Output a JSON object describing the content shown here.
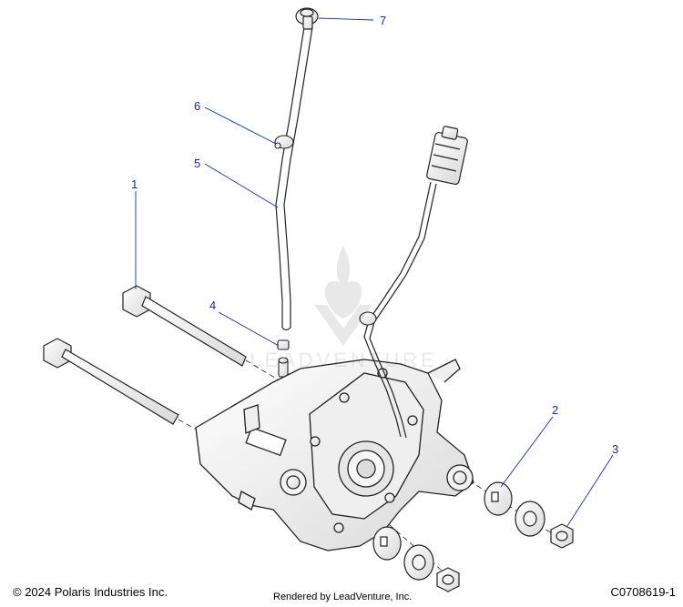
{
  "callouts": [
    {
      "label": "1"
    },
    {
      "label": "2"
    },
    {
      "label": "3"
    },
    {
      "label": "4"
    },
    {
      "label": "5"
    },
    {
      "label": "6"
    },
    {
      "label": "7"
    }
  ],
  "watermark": {
    "text": "LEADVENTURE"
  },
  "footer": {
    "copyright": "© 2024 Polaris Industries Inc.",
    "rendered_by": "Rendered by LeadVenture, Inc.",
    "figure_id": "C0708619-1"
  },
  "colors": {
    "callout": "#1a2a9a",
    "line": "#222222"
  }
}
